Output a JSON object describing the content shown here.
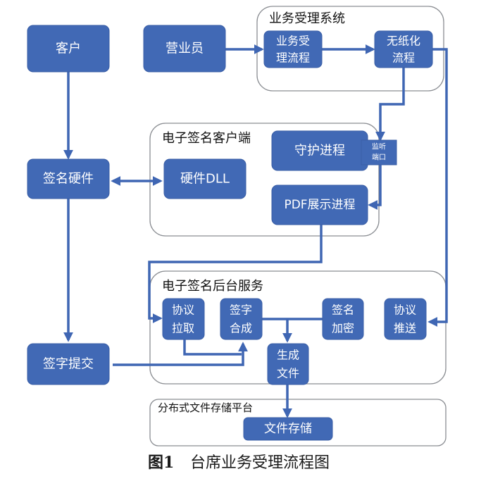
{
  "caption": {
    "label": "图1",
    "title": "台席业务受理流程图"
  },
  "colors": {
    "node_fill": "#4169b5",
    "edge": "#3f66b3",
    "group_border": "#8a8d92"
  },
  "groups": {
    "business_system": {
      "title": "业务受理系统"
    },
    "esign_client": {
      "title": "电子签名客户端"
    },
    "esign_backend": {
      "title": "电子签名后台服务"
    },
    "storage_platform": {
      "title": "分布式文件存储平台"
    }
  },
  "nodes": {
    "customer": {
      "lines": [
        "客户"
      ]
    },
    "clerk": {
      "lines": [
        "营业员"
      ]
    },
    "business_flow": {
      "lines": [
        "业务受",
        "理流程"
      ]
    },
    "paperless_flow": {
      "lines": [
        "无纸化",
        "流程"
      ]
    },
    "sign_hardware": {
      "lines": [
        "签名硬件"
      ]
    },
    "hardware_dll": {
      "lines": [
        "硬件DLL"
      ]
    },
    "daemon_process": {
      "lines": [
        "守护进程"
      ]
    },
    "listen_port": {
      "lines": [
        "监听",
        "端口"
      ]
    },
    "pdf_process": {
      "lines": [
        "PDF展示进程"
      ]
    },
    "sign_submit": {
      "lines": [
        "签字提交"
      ]
    },
    "protocol_pull": {
      "lines": [
        "协议",
        "拉取"
      ]
    },
    "sign_compose": {
      "lines": [
        "签字",
        "合成"
      ]
    },
    "sign_encrypt": {
      "lines": [
        "签名",
        "加密"
      ]
    },
    "protocol_push": {
      "lines": [
        "协议",
        "推送"
      ]
    },
    "generate_file": {
      "lines": [
        "生成",
        "文件"
      ]
    },
    "file_storage": {
      "lines": [
        "文件存储"
      ]
    }
  },
  "edges": [
    {
      "from": "customer",
      "to": "sign_hardware"
    },
    {
      "from": "clerk",
      "to": "business_flow"
    },
    {
      "from": "business_flow",
      "to": "paperless_flow"
    },
    {
      "from": "paperless_flow",
      "to": "listen_port"
    },
    {
      "from": "paperless_flow",
      "to": "protocol_push"
    },
    {
      "from": "sign_hardware",
      "to": "hardware_dll",
      "bidirectional": true
    },
    {
      "from": "listen_port",
      "to": "pdf_process"
    },
    {
      "from": "pdf_process",
      "to": "protocol_pull"
    },
    {
      "from": "sign_hardware",
      "to": "sign_submit"
    },
    {
      "from": "sign_submit",
      "to": "sign_compose"
    },
    {
      "from": "protocol_pull",
      "to": "sign_compose"
    },
    {
      "from": "sign_compose",
      "to": "generate_file"
    },
    {
      "from": "sign_encrypt",
      "to": "generate_file"
    },
    {
      "from": "generate_file",
      "to": "file_storage"
    }
  ]
}
